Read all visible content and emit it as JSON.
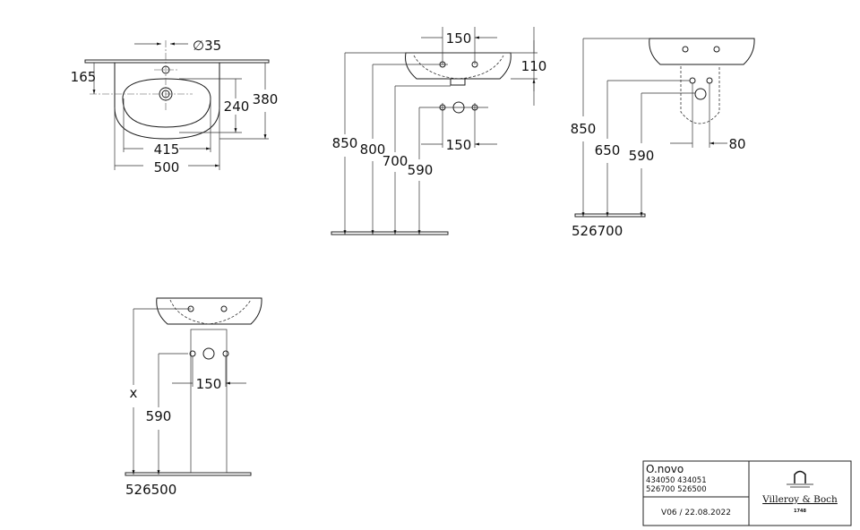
{
  "view_top": {
    "d_hole": "∅35",
    "d_165": "165",
    "d_240": "240",
    "d_380": "380",
    "d_415": "415",
    "d_500": "500"
  },
  "view_side": {
    "d_150_top": "150",
    "d_110": "110",
    "d_850": "850",
    "d_800": "800",
    "d_700": "700",
    "d_590": "590",
    "d_150_bottom": "150"
  },
  "view_semipedestal": {
    "d_850": "850",
    "d_650": "650",
    "d_590": "590",
    "d_80": "80",
    "label": "526700"
  },
  "view_pedestal": {
    "d_x": "x",
    "d_590": "590",
    "d_150": "150",
    "label": "526500"
  },
  "title_block": {
    "product": "O.novo",
    "codes_line1": "434050 434051",
    "codes_line2": "526700 526500",
    "version": "V06 / 22.08.2022",
    "brand": "Villeroy & Boch",
    "brand_year": "1748"
  }
}
